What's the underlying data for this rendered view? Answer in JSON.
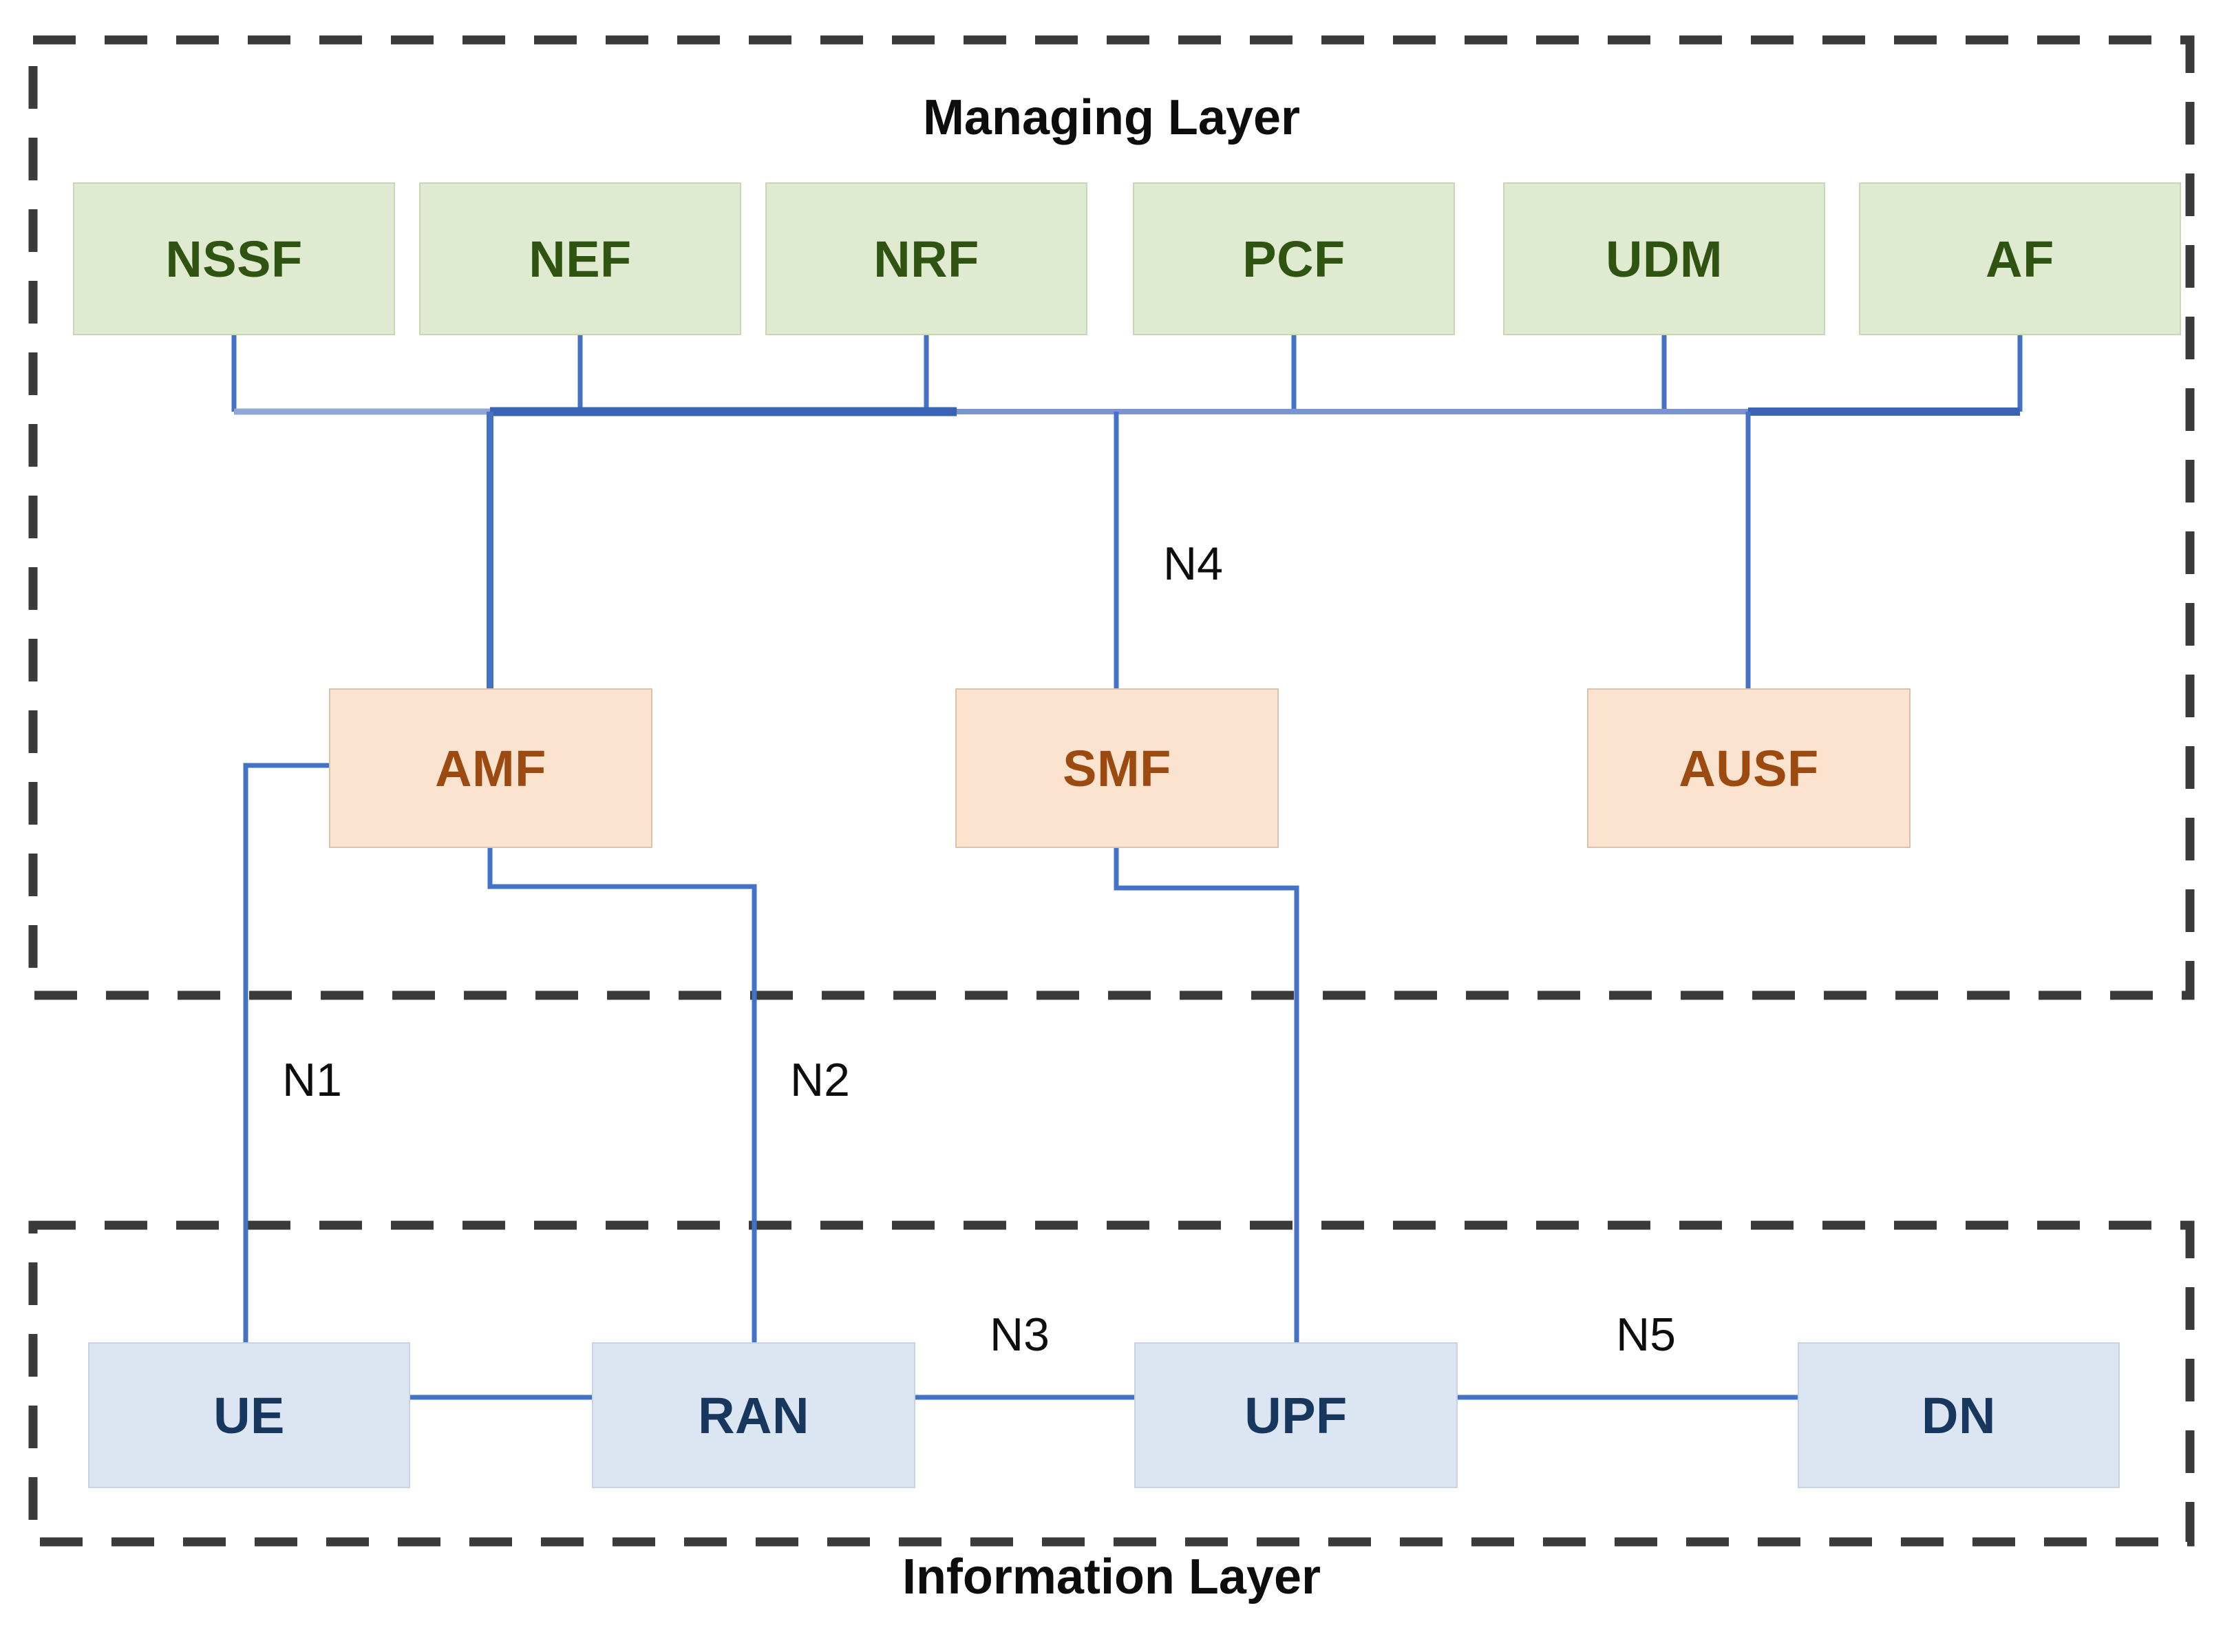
{
  "diagram": {
    "title_managing": "Managing Layer",
    "title_information": "Information Layer",
    "colors": {
      "green_fill": "#dfead0",
      "green_text": "#2f5311",
      "orange_fill": "#fbe3d0",
      "orange_text": "#9c4a10",
      "blue_fill": "#dce6f2",
      "blue_text": "#17375e",
      "link": "#4472c4",
      "dashed_border": "#3a3a3a"
    },
    "managing_layer": {
      "label": "Managing Layer",
      "service_nodes": [
        {
          "label": "NSSF"
        },
        {
          "label": "NEF"
        },
        {
          "label": "NRF"
        },
        {
          "label": "PCF"
        },
        {
          "label": "UDM"
        },
        {
          "label": "AF"
        }
      ],
      "control_nodes": [
        {
          "label": "AMF"
        },
        {
          "label": "SMF"
        },
        {
          "label": "AUSF"
        }
      ]
    },
    "information_layer": {
      "label": "Information Layer",
      "nodes": [
        {
          "label": "UE"
        },
        {
          "label": "RAN"
        },
        {
          "label": "UPF"
        },
        {
          "label": "DN"
        }
      ]
    },
    "interfaces": [
      {
        "label": "N1"
      },
      {
        "label": "N2"
      },
      {
        "label": "N3"
      },
      {
        "label": "N4"
      },
      {
        "label": "N5"
      }
    ]
  }
}
